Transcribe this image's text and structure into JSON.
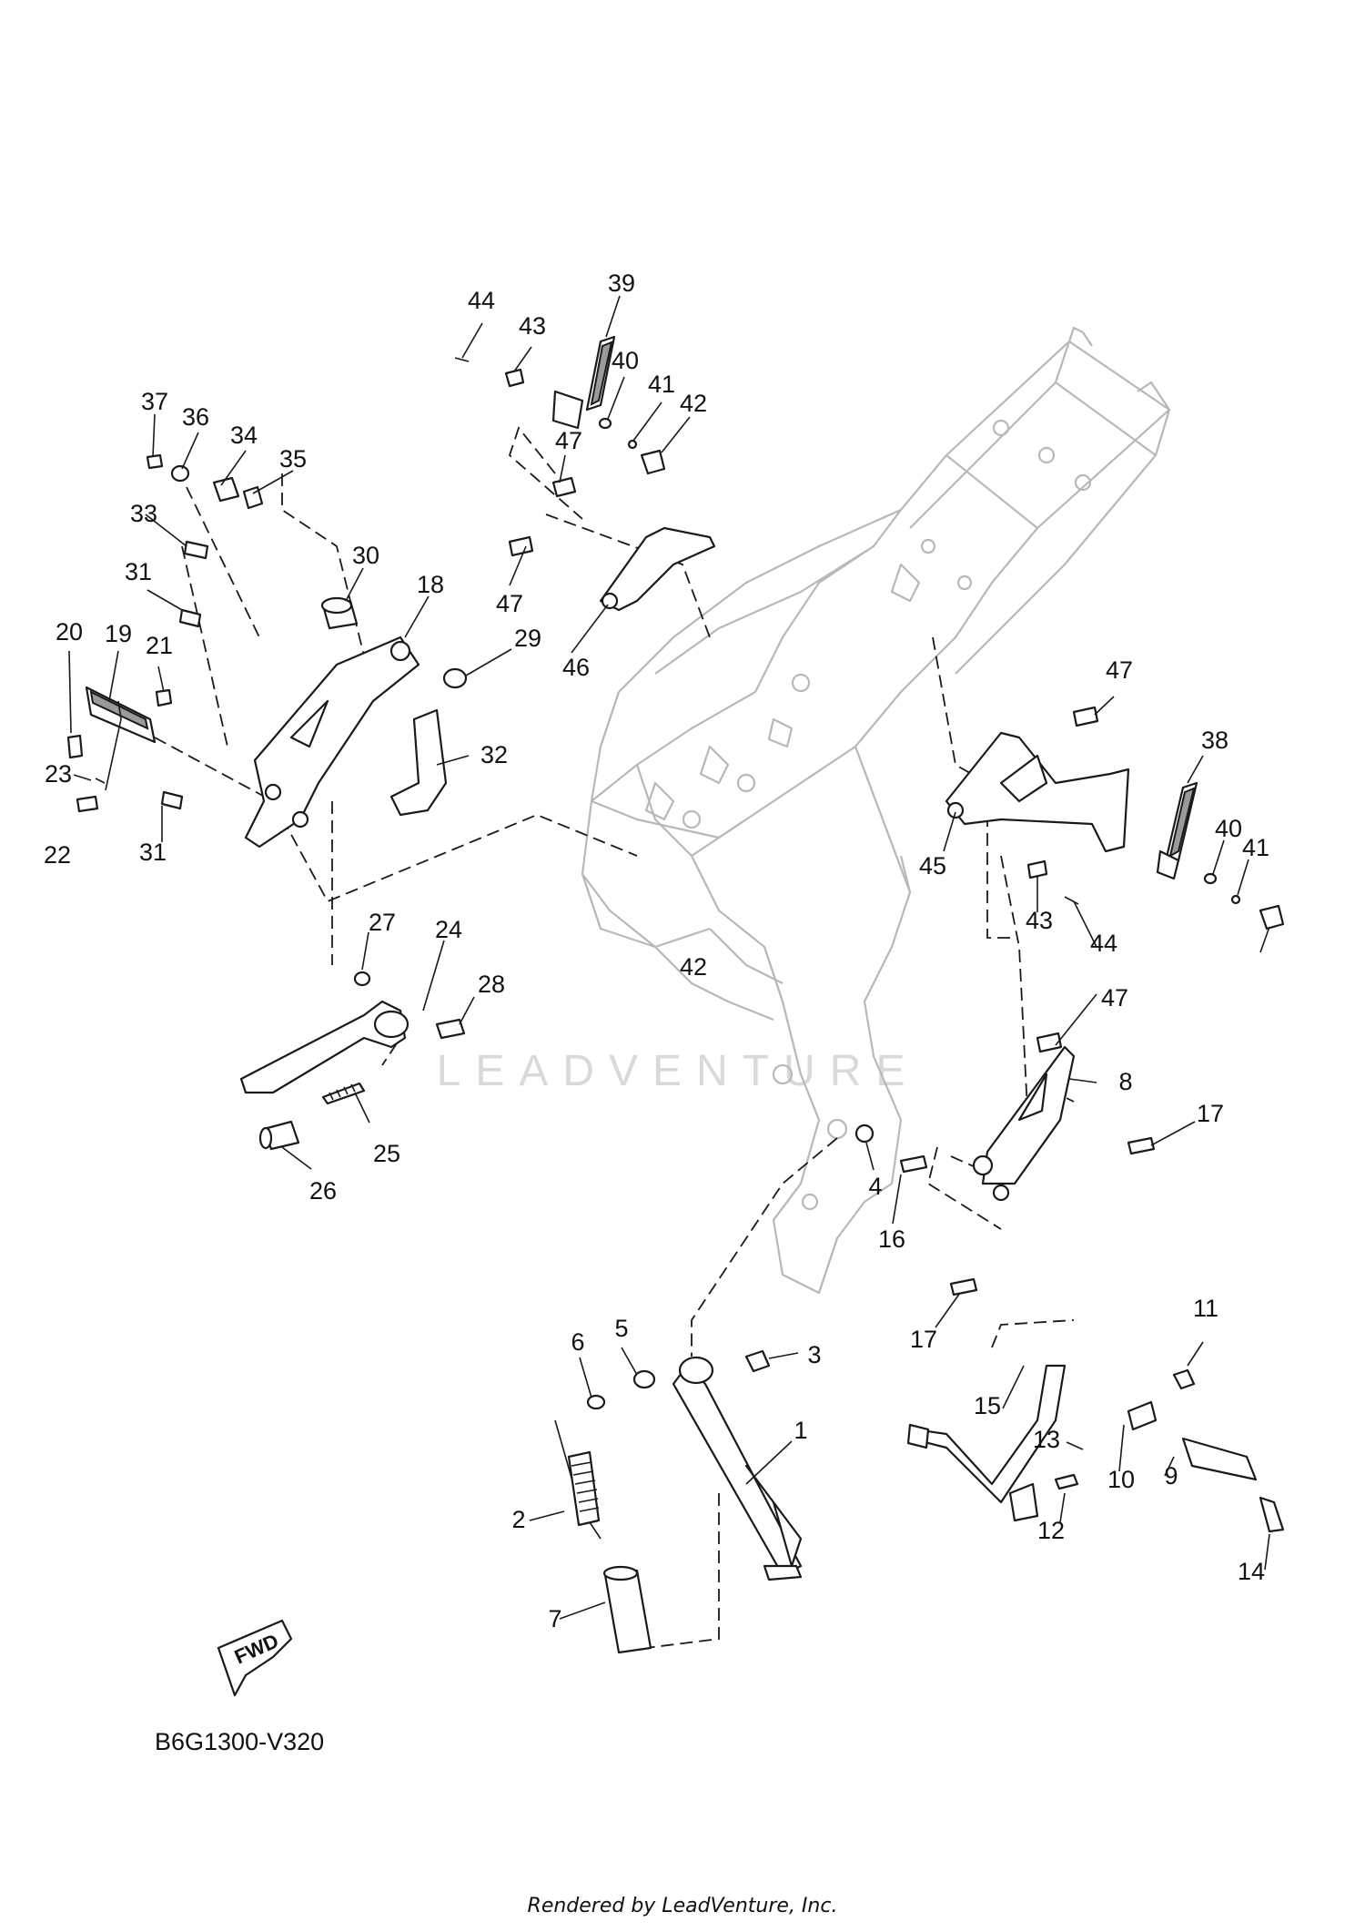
{
  "diagram": {
    "code": "B6G1300-V320",
    "watermark": "LEADVENTURE",
    "footer": "Rendered by LeadVenture, Inc.",
    "fwd_label": "FWD"
  },
  "callouts": [
    {
      "num": "1"
    },
    {
      "num": "2"
    },
    {
      "num": "3"
    },
    {
      "num": "4"
    },
    {
      "num": "5"
    },
    {
      "num": "6"
    },
    {
      "num": "7"
    },
    {
      "num": "8"
    },
    {
      "num": "9"
    },
    {
      "num": "10"
    },
    {
      "num": "11"
    },
    {
      "num": "12"
    },
    {
      "num": "13"
    },
    {
      "num": "14"
    },
    {
      "num": "15"
    },
    {
      "num": "16"
    },
    {
      "num": "17"
    },
    {
      "num": "17"
    },
    {
      "num": "18"
    },
    {
      "num": "19"
    },
    {
      "num": "20"
    },
    {
      "num": "21"
    },
    {
      "num": "22"
    },
    {
      "num": "23"
    },
    {
      "num": "24"
    },
    {
      "num": "25"
    },
    {
      "num": "26"
    },
    {
      "num": "27"
    },
    {
      "num": "28"
    },
    {
      "num": "29"
    },
    {
      "num": "30"
    },
    {
      "num": "31"
    },
    {
      "num": "31"
    },
    {
      "num": "32"
    },
    {
      "num": "33"
    },
    {
      "num": "34"
    },
    {
      "num": "35"
    },
    {
      "num": "36"
    },
    {
      "num": "37"
    },
    {
      "num": "38"
    },
    {
      "num": "39"
    },
    {
      "num": "40"
    },
    {
      "num": "40"
    },
    {
      "num": "41"
    },
    {
      "num": "41"
    },
    {
      "num": "42"
    },
    {
      "num": "42"
    },
    {
      "num": "43"
    },
    {
      "num": "43"
    },
    {
      "num": "44"
    },
    {
      "num": "44"
    },
    {
      "num": "45"
    },
    {
      "num": "46"
    },
    {
      "num": "47"
    },
    {
      "num": "47"
    },
    {
      "num": "47"
    },
    {
      "num": "47"
    }
  ]
}
